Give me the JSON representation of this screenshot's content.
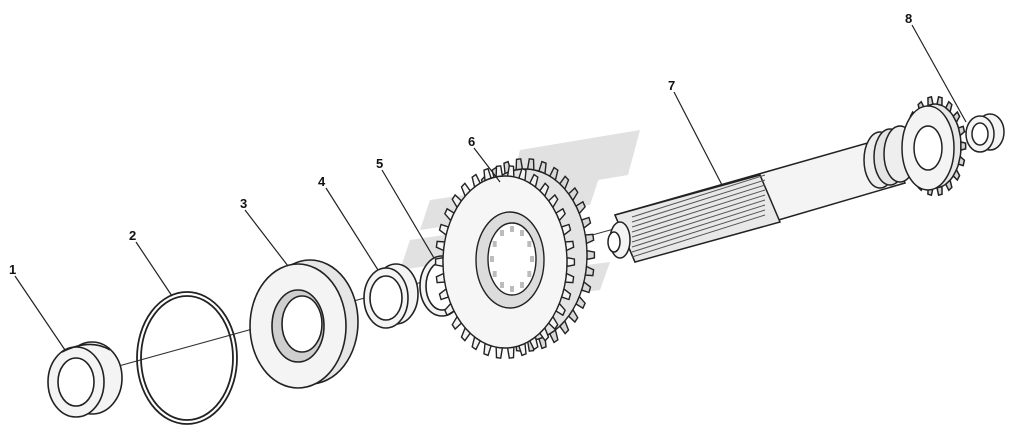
{
  "diagram": {
    "title": "",
    "parts": [
      {
        "number": "1",
        "shape": "bushing"
      },
      {
        "number": "2",
        "shape": "snap-ring"
      },
      {
        "number": "3",
        "shape": "bearing"
      },
      {
        "number": "4",
        "shape": "spacer-sleeve"
      },
      {
        "number": "5",
        "shape": "thrust-washer"
      },
      {
        "number": "6",
        "shape": "spur-gear"
      },
      {
        "number": "7",
        "shape": "splined-shaft"
      },
      {
        "number": "8",
        "shape": "end-bushing"
      }
    ],
    "colors": {
      "line": "#222222",
      "fill": "#f4f4f4",
      "shade": "#cfcfcf",
      "watermark": "#d9d9d9"
    }
  }
}
